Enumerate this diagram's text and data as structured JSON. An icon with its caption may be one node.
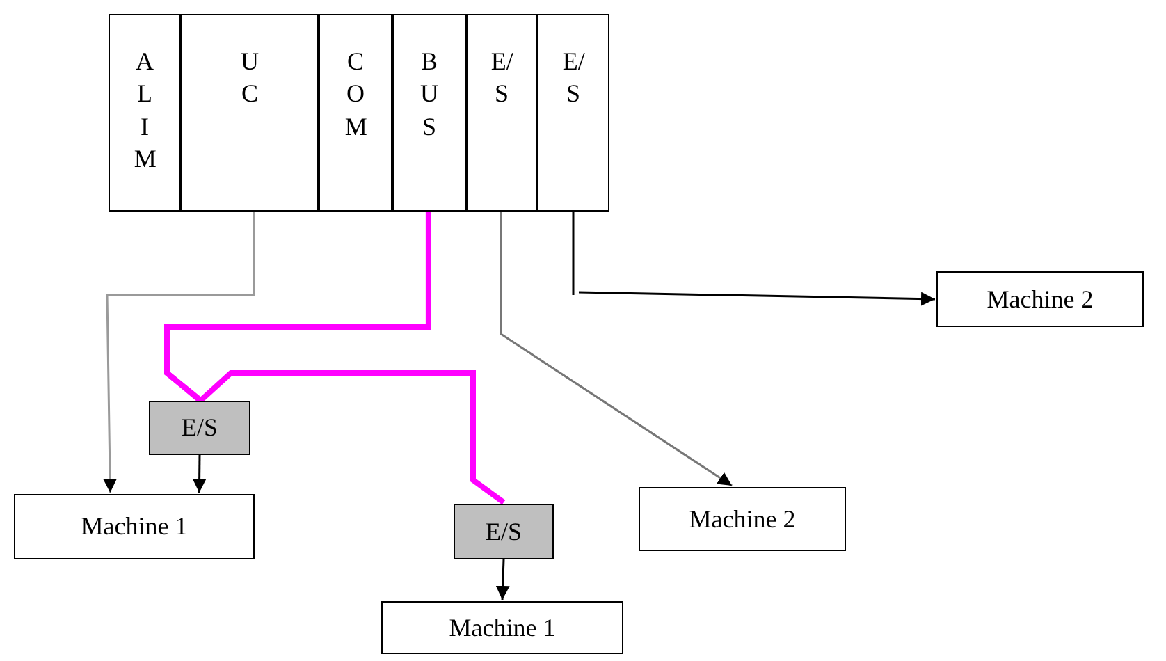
{
  "diagram": {
    "nodes": [
      {
        "text": [
          "ALIM"
        ]
      },
      {
        "text": [
          "UC"
        ]
      },
      {
        "text": [
          "COM"
        ]
      },
      {
        "text": [
          "BUS"
        ]
      },
      {
        "text": [
          "E/S"
        ]
      },
      {
        "text": [
          "E/S"
        ]
      },
      {
        "text": [
          "Machine 2"
        ]
      },
      {
        "text": [
          "E/S"
        ]
      },
      {
        "text": [
          "Machine 1"
        ]
      },
      {
        "text": [
          "E/S"
        ]
      },
      {
        "text": [
          "Machine 2"
        ]
      },
      {
        "text": [
          "Machine 1"
        ]
      }
    ],
    "edges": [
      {
        "from": 1,
        "to": 8,
        "arrow": "to",
        "color": "#9a9a9a"
      },
      {
        "from": 3,
        "to": 7,
        "arrow": "none",
        "style": "thick",
        "color": "#ff00ff"
      },
      {
        "from": 3,
        "to": 9,
        "arrow": "none",
        "style": "thick",
        "color": "#ff00ff"
      },
      {
        "from": 7,
        "to": 8,
        "arrow": "to"
      },
      {
        "from": 9,
        "to": 11,
        "arrow": "to"
      },
      {
        "from": 4,
        "to": 10,
        "arrow": "to",
        "color": "#777777"
      },
      {
        "from": 5,
        "to": 6,
        "arrow": "to"
      }
    ]
  }
}
